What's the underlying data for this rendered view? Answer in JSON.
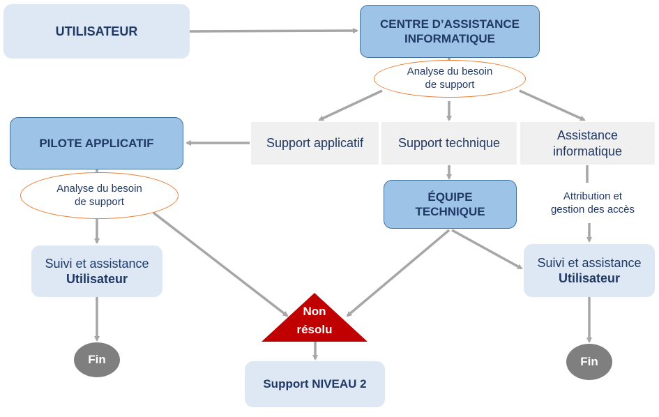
{
  "diagram": {
    "user": "UTILISATEUR",
    "help_center": {
      "line1": "CENTRE D’ASSISTANCE",
      "line2": "INFORMATIQUE"
    },
    "analysis_top": {
      "line1": "Analyse du besoin",
      "line2": "de support"
    },
    "branches": {
      "app_support": "Support applicatif",
      "tech_support": "Support technique",
      "it_assist": {
        "line1": "Assistance",
        "line2": "informatique"
      }
    },
    "pilot": "PILOTE APPLICATIF",
    "analysis_left": {
      "line1": "Analyse du besoin",
      "line2": "de support"
    },
    "tech_team": {
      "line1": "ÉQUIPE",
      "line2": "TECHNIQUE"
    },
    "access": {
      "line1": "Attribution et",
      "line2": "gestion des accès"
    },
    "follow_left": {
      "line1": "Suivi et assistance",
      "line2": "Utilisateur"
    },
    "follow_right": {
      "line1": "Suivi et assistance",
      "line2": "Utilisateur"
    },
    "unresolved": {
      "line1": "Non",
      "line2": "résolu"
    },
    "level2": "Support NIVEAU 2",
    "end_left": "Fin",
    "end_right": "Fin"
  },
  "colors": {
    "light_box": "#dde8f4",
    "blue_box": "#9dc3e6",
    "gray_box": "#f0f0f0",
    "text": "#1f3864",
    "ellipse_border": "#ed7d31",
    "triangle": "#c00000",
    "end_node": "#7f7f7f",
    "arrow": "#a6a6a6"
  }
}
